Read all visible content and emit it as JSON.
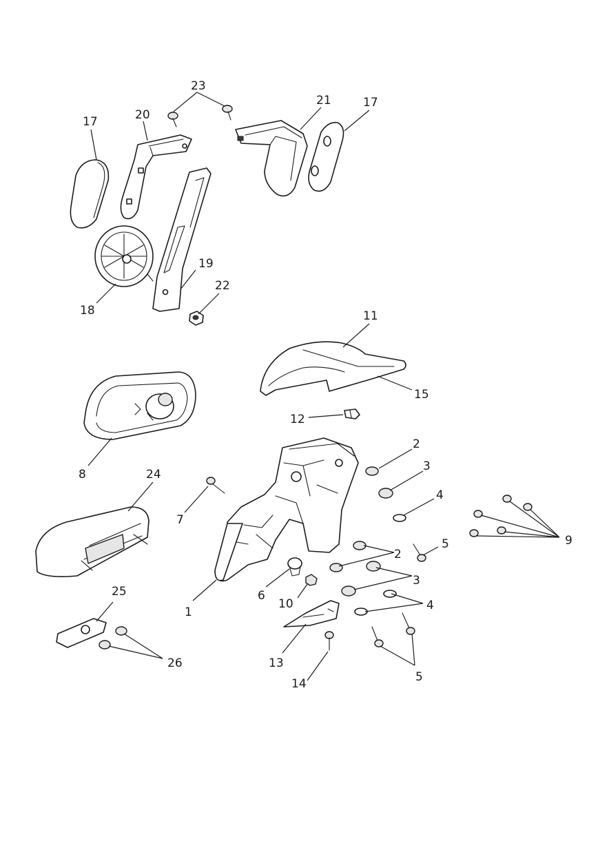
{
  "diagram": {
    "callouts": {
      "c1": "1",
      "c2a": "2",
      "c2b": "2",
      "c3a": "3",
      "c3b": "3",
      "c4a": "4",
      "c4b": "4",
      "c5a": "5",
      "c5b": "5",
      "c6": "6",
      "c7": "7",
      "c8": "8",
      "c9": "9",
      "c10": "10",
      "c11": "11",
      "c12": "12",
      "c13": "13",
      "c14": "14",
      "c15": "15",
      "c17a": "17",
      "c17b": "17",
      "c18": "18",
      "c19": "19",
      "c20": "20",
      "c21": "21",
      "c22": "22",
      "c23": "23",
      "c24": "24",
      "c25": "25",
      "c26": "26"
    }
  }
}
